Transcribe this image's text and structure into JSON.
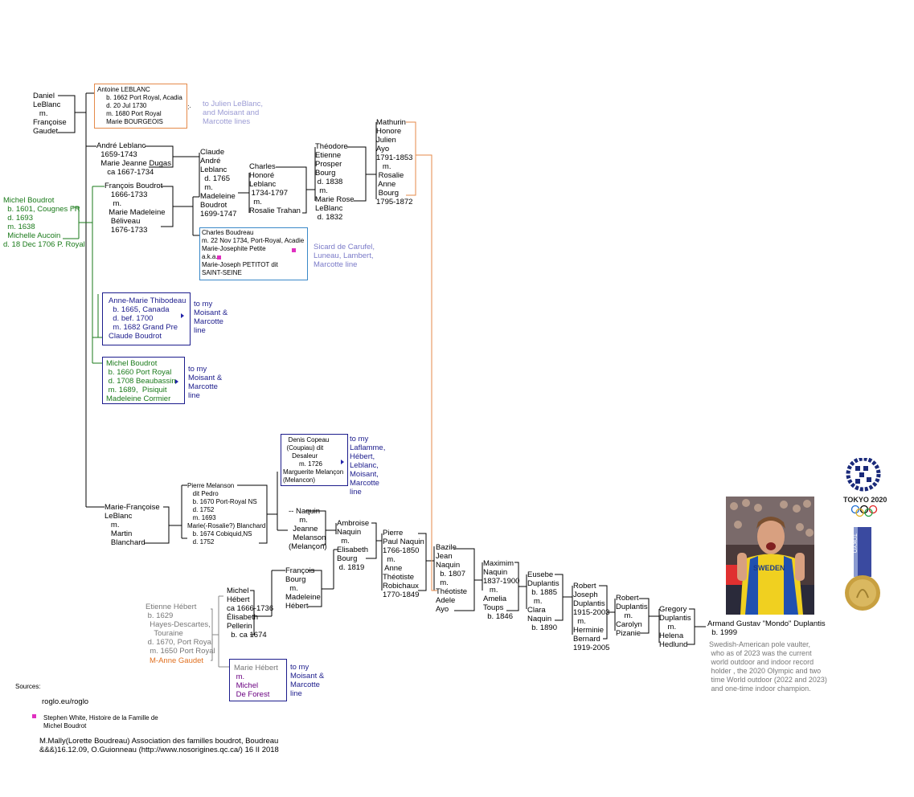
{
  "people": {
    "daniel": "Daniel\nLeBlanc\n   m.\nFrançoise\nGaudet",
    "antoine": "Antoine LEBLANC\n     b. 1662 Port Royal, Acadia\n     d. 20 Jul 1730\n     m. 1680 Port Royal\n     Marie BOURGEOIS",
    "andre": "André Leblanc\n  1659-1743\n  Marie Jeanne Dugas\n     ca 1667-1734",
    "claude": "Claude\nAndré\nLeblanc\n  d. 1765\n  m.\nMadeleine\nBoudrot\n1699-1747",
    "charles_h": "Charles\nHonoré\nLeblanc\n 1734-1797\n  m.\nRosalie Trahan",
    "theodore": "Théodore\nEtienne\nProsper\nBourg\n d. 1838\n  m.\nMarie Rose\nLeBlanc\n d. 1832",
    "mathurin": "Mathurin\nHonore\nJulien\nAyo\n1791-1853\n   m.\n Rosalie\n Anne\n Bourg\n1795-1872",
    "michel_sr": "Michel Boudrot\n  b. 1601, Cougnes FR\n  d. 1693\n  m. 1638\n  Michelle Aucoin\nd. 18 Dec 1706 P. Royal",
    "francois": "François Boudrot\n   1666-1733\n    m.\n  Marie Madeleine\n   Béliveau\n   1676-1733",
    "charles_b": "Charles Boudreau\nm. 22 Nov 1734, Port-Royal, Acadie\nMarie-Josephite Petite\na.k.a.\nMarie-Joseph PETITOT dit\nSAINT-SEINE",
    "anne_marie": "Anne-Marie Thibodeau\n  b. 1665, Canada\n  d. bef. 1700\n  m. 1682 Grand Pre\nClaude Boudrot",
    "michel_jr": "Michel Boudrot\n b. 1660 Port Royal\n d. 1708 Beaubassin\n m. 1689,  Pisiquit\nMadeleine Cormier",
    "denis": "   Denis Copeau\n  (Coupiau) dit\n     Desaleur\n         m. 1726\nMarguerite Melançon\n(Melancon)",
    "marie_f": "Marie-Françoise\nLeBlanc\n   m.\n   Martin\n   Blanchard",
    "pierre_m": "Pierre Melanson\n   dit Pedro\n   b. 1670 Port-Royal NS\n   d. 1752\n   m. 1693\nMarie(-Rosalie?) Blanchard\n   b. 1674 Cobiquid,NS\n   d. 1752",
    "naquin_j": "-- Naquin\n     m.\n  Jeanne\n  Melanson\n(Melançon)",
    "ambroise": "Ambroise\nNaquin\n  m.\nElisabeth\nBourg\n d. 1819",
    "pierre_p": "Pierre\nPaul Naquin\n1766-1850\n  m.\n Anne\nThéotiste\nRobichaux\n1770-1849",
    "francois_b": "François\nBourg\n  m.\nMadeleine\nHébert",
    "michel_h": "Michel\nHébert\nca 1666-1736\nÉlisabeth\nPellerin\n  b. ca 1674",
    "etienne": "Etienne Hébert\n b. 1629\n  Hayes-Descartes,\n    Touraine\n d. 1670, Port Royal\n  m. 1650 Port Royal",
    "manne": "M-Anne Gaudet",
    "marie_h": "Marie Hébert",
    "marie_h_rest": " m.\n Michel\n De Forest",
    "bazile": "Bazile\nJean\nNaquin\n  b. 1807\n  m.\nThéotiste\nAdele\nAyo",
    "maximim": "Maximim\nNaquin\n1837-1900\n   m.\nAmelia\nToups\n  b. 1846",
    "eusebe": "Eusebe\nDuplantis\n  b. 1885\n   m.\nClara\nNaquin\n  b. 1890",
    "robert_j": "Robert\nJoseph\nDuplantis\n1915-2003\n  m.\nHerminie\nBernard\n1919-2005",
    "robert_d": "Robert\nDuplantis\n    m.\nCarolyn\nPizanie",
    "gregory": "Gregory\nDuplantis\n    m.\nHelena\nHedlund",
    "armand": "Armand Gustav \"Mondo\" Duplantis",
    "armand_b": "  b. 1999",
    "armand_bio": "Swedish-American pole vaulter,\n who as of 2023 was the current\n world outdoor and indoor record\n holder , the 2020 Olympic and two\n time World outdoor (2022 and 2023)\n and one-time indoor champion."
  },
  "links": {
    "julien": "to Julien LeBlanc,\nand Moisant and\nMarcotte lines",
    "sicard": "Sicard de Carufel,\nLuneau, Lambert,\nMarcotte line",
    "moisant1": "to my\nMoisant &\nMarcotte\nline",
    "moisant2": "to my\nMoisant &\nMarcotte\nline",
    "laflamme": "to my\nLaflamme,\nHébert,\nLeblanc,\nMoisant,\nMarcotte\nline",
    "moisant3": "to my\nMoisant &\nMarcotte\nline"
  },
  "sources": {
    "heading": "Sources:",
    "roglo": "roglo.eu/roglo",
    "white": "Stephen White, Histoire de la Famille de\nMichel Boudrot",
    "mally": "M.Mally(Lorette Boudreau) Association des familles boudrot, Boudreau\n&&&)16.12.09, O.Guionneau (http://www.nosorigines.qc.ca/) 16 II 2018"
  },
  "medal": {
    "games": "TOKYO 2020",
    "ribbon": "TOKYO",
    "shirt": "SWEDEN"
  },
  "colors": {
    "line": "#000000",
    "green": "#1a7a1a",
    "navy": "#1c1c8c",
    "orange": "#e58a4a",
    "blue_box": "#3a88c8"
  }
}
